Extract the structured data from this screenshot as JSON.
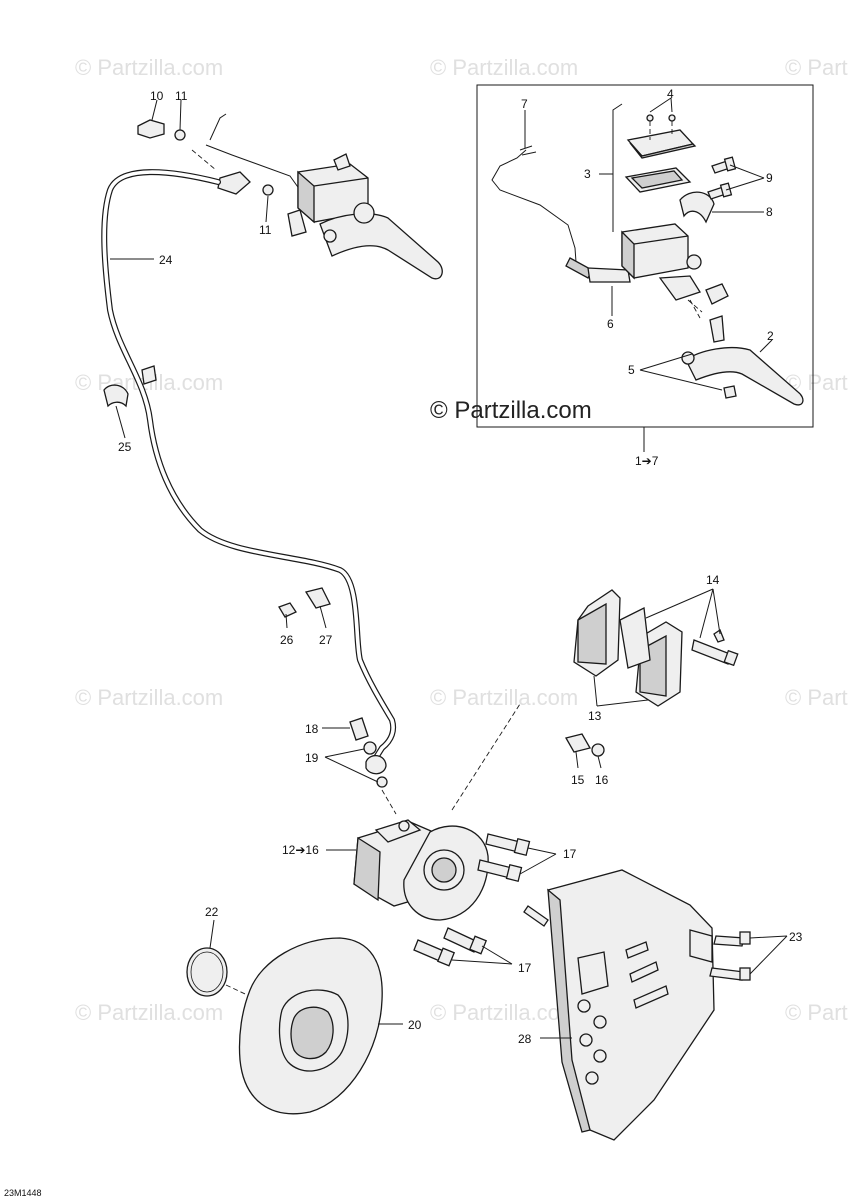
{
  "watermarks": {
    "text": "© Partzilla.com",
    "inset_text": "© Partzilla.com"
  },
  "diagram_code": "23M1448",
  "labels": {
    "l1_7": "1➔7",
    "l2": "2",
    "l3": "3",
    "l4": "4",
    "l5": "5",
    "l6": "6",
    "l7": "7",
    "l8": "8",
    "l9": "9",
    "l10": "10",
    "l11a": "11",
    "l11b": "11",
    "l12_16": "12➔16",
    "l13": "13",
    "l14": "14",
    "l15": "15",
    "l16": "16",
    "l17a": "17",
    "l17b": "17",
    "l18": "18",
    "l19": "19",
    "l20": "20",
    "l22": "22",
    "l23": "23",
    "l24": "24",
    "l25": "25",
    "l26": "26",
    "l27": "27",
    "l28": "28"
  },
  "colors": {
    "line": "#1a1a1a",
    "watermark": "#e0e0e0",
    "background": "#ffffff"
  }
}
